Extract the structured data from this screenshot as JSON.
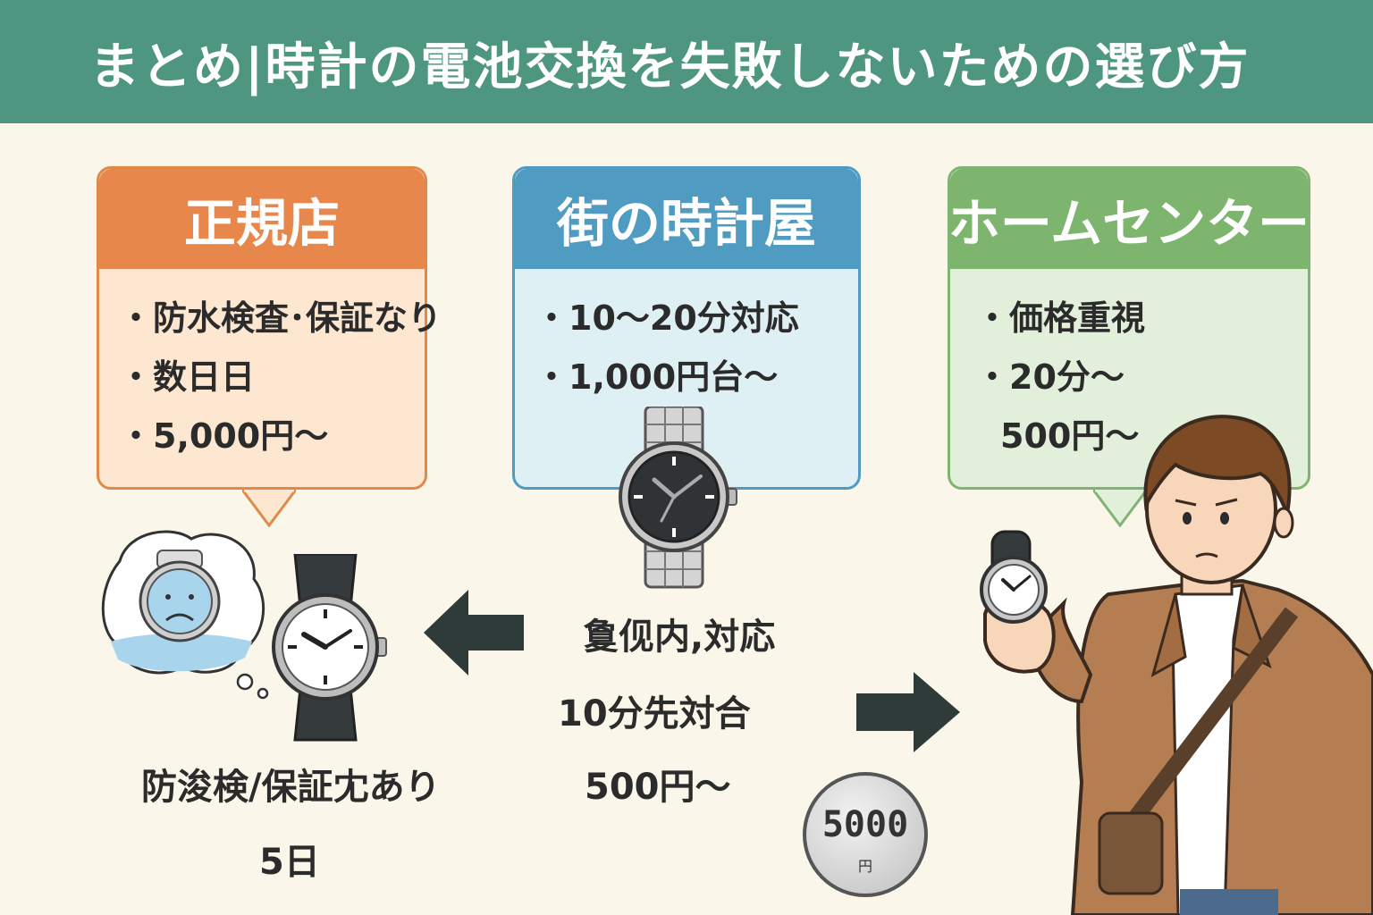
{
  "header": {
    "title": "まとめ|時計の電池交換を失敗しないための選び方"
  },
  "cards": [
    {
      "title": "正規店",
      "lines": [
        "・防水検査･保証なり",
        "・数日日",
        "・5,000円〜"
      ]
    },
    {
      "title": "街の時計屋",
      "lines": [
        "・10〜20分対応",
        "・1,000円台〜"
      ]
    },
    {
      "title": "ホームセンター",
      "lines": [
        "・価格重視",
        "・20分〜",
        "500円〜"
      ]
    }
  ],
  "left_notes": {
    "line1": "防浚検/保証冘あり",
    "line2": "5日"
  },
  "center_notes": {
    "line1": "敻伣内,対応",
    "line2": "10分先対合",
    "line3": "500円〜"
  },
  "coin": {
    "amount": "5000",
    "unit": "円"
  },
  "colors": {
    "header": "#4e9680",
    "orange": "#e8874c",
    "blue": "#4f9bc2",
    "green": "#7db46e",
    "background": "#fbf6ea",
    "arrow": "#2e3b39"
  },
  "icons": [
    "sad-watch-icon",
    "wristwatch-icon",
    "steel-watch-icon",
    "arrow-left-icon",
    "arrow-right-icon",
    "coin-icon",
    "person-illustration"
  ]
}
